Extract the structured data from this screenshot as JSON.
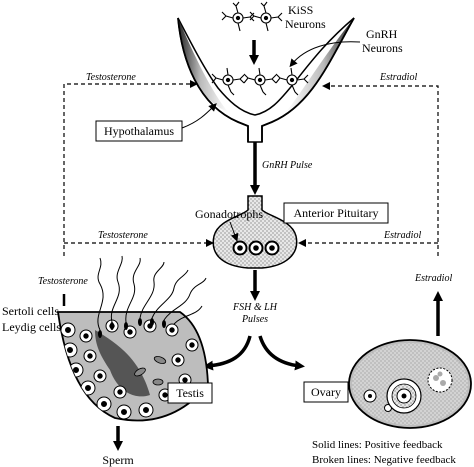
{
  "labels": {
    "kiss_neurons_line1": "KiSS",
    "kiss_neurons_line2": "Neurons",
    "gnrh_neurons_line1": "GnRH",
    "gnrh_neurons_line2": "Neurons",
    "hypothalamus": "Hypothalamus",
    "gnrh_pulse": "GnRH Pulse",
    "gonadotrophs": "Gonadotrophs",
    "anterior_pituitary": "Anterior Pituitary",
    "fsh_lh_line1": "FSH & LH",
    "fsh_lh_line2": "Pulses",
    "testosterone_top": "Testosterone",
    "estradiol_top": "Estradiol",
    "testosterone_mid": "Testosterone",
    "estradiol_mid": "Estradiol",
    "testosterone_side": "Testosterone",
    "estradiol_side": "Estradiol",
    "sertoli_cells": "Sertoli cells",
    "leydig_cells": "Leydig cells",
    "testis": "Testis",
    "ovary": "Ovary",
    "sperm": "Sperm"
  },
  "legend": {
    "solid": "Solid lines: Positive feedback",
    "broken": "Broken lines: Negative feedback"
  }
}
